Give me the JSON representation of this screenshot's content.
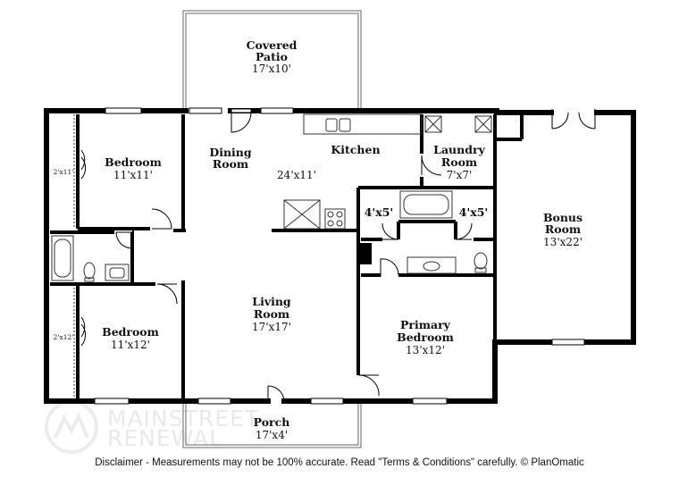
{
  "rooms": {
    "covered_patio": {
      "name_l1": "Covered",
      "name_l2": "Patio",
      "dim": "17'x10'"
    },
    "bedroom_1": {
      "name": "Bedroom",
      "dim": "11'x11'"
    },
    "closet_1": {
      "dim": "2'x11'"
    },
    "dining": {
      "name_l1": "Dining",
      "name_l2": "Room"
    },
    "kitchen": {
      "name": "Kitchen",
      "dim": "24'x11'"
    },
    "laundry": {
      "name_l1": "Laundry",
      "name_l2": "Room",
      "dim": "7'x7'"
    },
    "closet_a": {
      "dim": "4'x5'"
    },
    "closet_b": {
      "dim": "4'x5'"
    },
    "bonus": {
      "name_l1": "Bonus",
      "name_l2": "Room",
      "dim": "13'x22'"
    },
    "living": {
      "name_l1": "Living",
      "name_l2": "Room",
      "dim": "17'x17'"
    },
    "primary": {
      "name_l1": "Primary",
      "name_l2": "Bedroom",
      "dim": "13'x12'"
    },
    "bedroom_2": {
      "name": "Bedroom",
      "dim": "11'x12'"
    },
    "closet_2": {
      "dim": "2'x12'"
    },
    "porch": {
      "name": "Porch",
      "dim": "17'x4'"
    }
  },
  "watermark": {
    "line1": "MAINSTREET",
    "line2": "RENEWAL"
  },
  "disclaimer": "Disclaimer - Measurements may not be 100% accurate. Read \"Terms & Conditions\" carefully. © PlanOmatic"
}
